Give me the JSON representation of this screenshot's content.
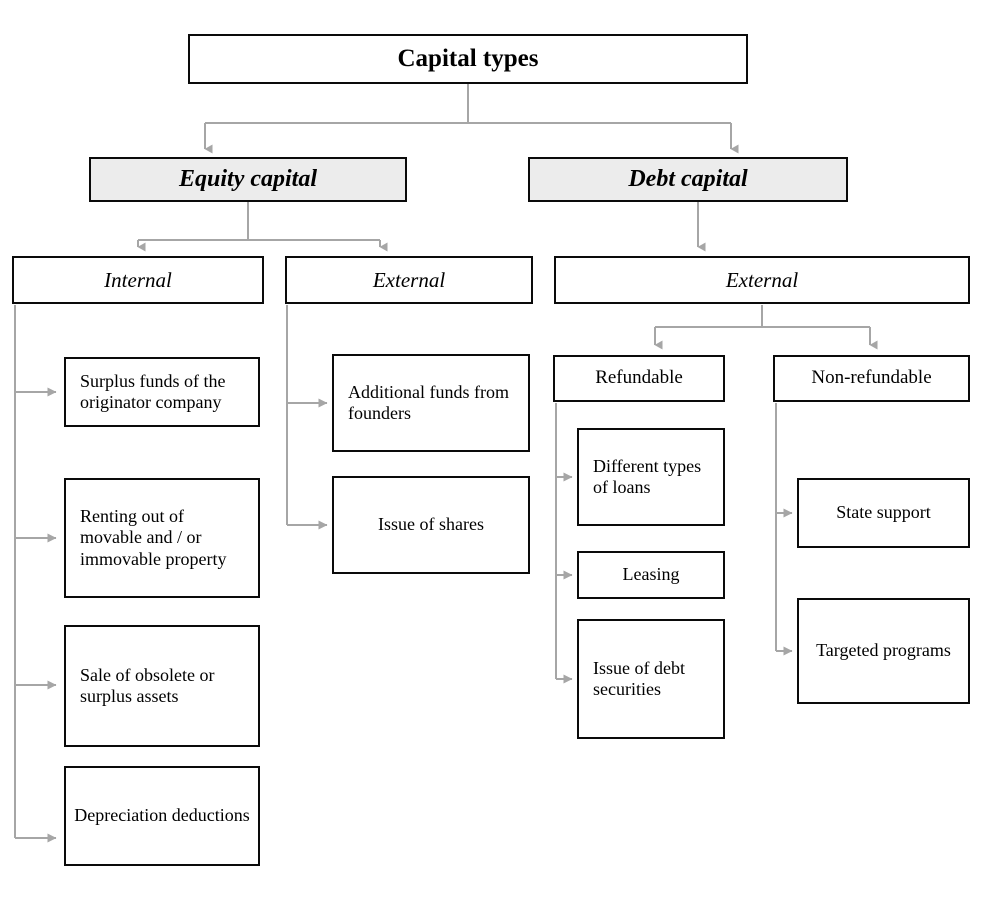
{
  "diagram": {
    "title": "Capital types",
    "colors": {
      "box_border": "#0a0a0a",
      "box_fill": "#ffffff",
      "shaded_fill": "#ececec",
      "connector": "#a6a6a6",
      "text": "#000000"
    },
    "nodes": {
      "root": {
        "label": "Capital types"
      },
      "equity_capital": {
        "label": "Equity capital"
      },
      "debt_capital": {
        "label": "Debt capital"
      },
      "equity_internal": {
        "label": "Internal"
      },
      "equity_external": {
        "label": "External"
      },
      "debt_external": {
        "label": "External"
      },
      "refundable": {
        "label": "Refundable"
      },
      "non_refundable": {
        "label": "Non-refundable"
      },
      "surplus_funds": {
        "label": "Surplus funds of the originator company"
      },
      "renting_out": {
        "label": "Renting out of movable and / or immovable property"
      },
      "sale_obsolete": {
        "label": "Sale of obsolete or surplus assets"
      },
      "depreciation": {
        "label": "Depreciation deductions"
      },
      "additional_funds": {
        "label": "Additional funds from founders"
      },
      "issue_shares": {
        "label": "Issue of shares"
      },
      "different_loans": {
        "label": "Different types of loans"
      },
      "leasing": {
        "label": "Leasing"
      },
      "issue_debt_securities": {
        "label": "Issue of debt securities"
      },
      "state_support": {
        "label": "State support"
      },
      "targeted_programs": {
        "label": "Targeted programs"
      }
    }
  }
}
